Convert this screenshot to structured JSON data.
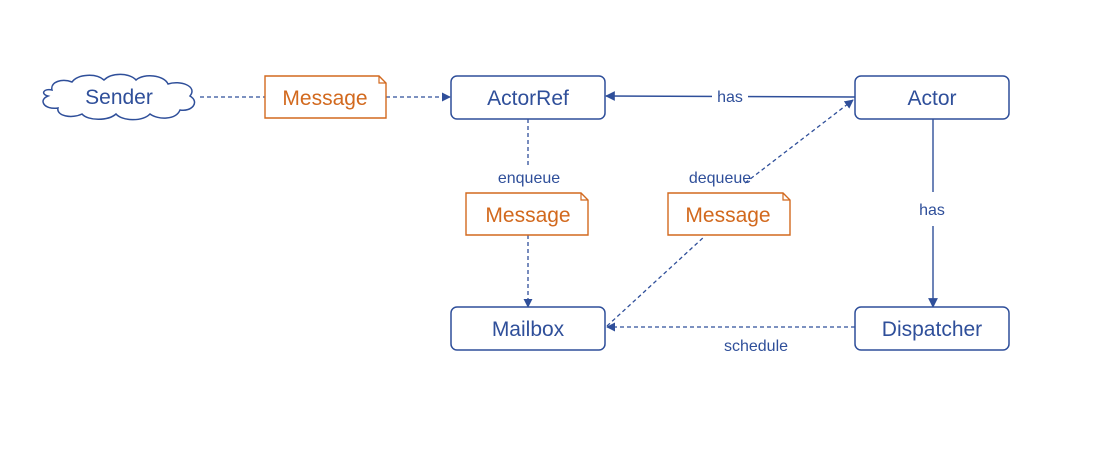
{
  "diagram": {
    "nodes": {
      "sender": "Sender",
      "actorref": "ActorRef",
      "actor": "Actor",
      "mailbox": "Mailbox",
      "dispatcher": "Dispatcher"
    },
    "messages": {
      "sender_to_actorref": "Message",
      "enqueue": "Message",
      "dequeue": "Message"
    },
    "edge_labels": {
      "actor_has_actorref": "has",
      "enqueue": "enqueue",
      "dequeue": "dequeue",
      "actor_has_dispatcher": "has",
      "schedule": "schedule"
    },
    "colors": {
      "node": "#2f4f9a",
      "message": "#d2691e"
    }
  }
}
